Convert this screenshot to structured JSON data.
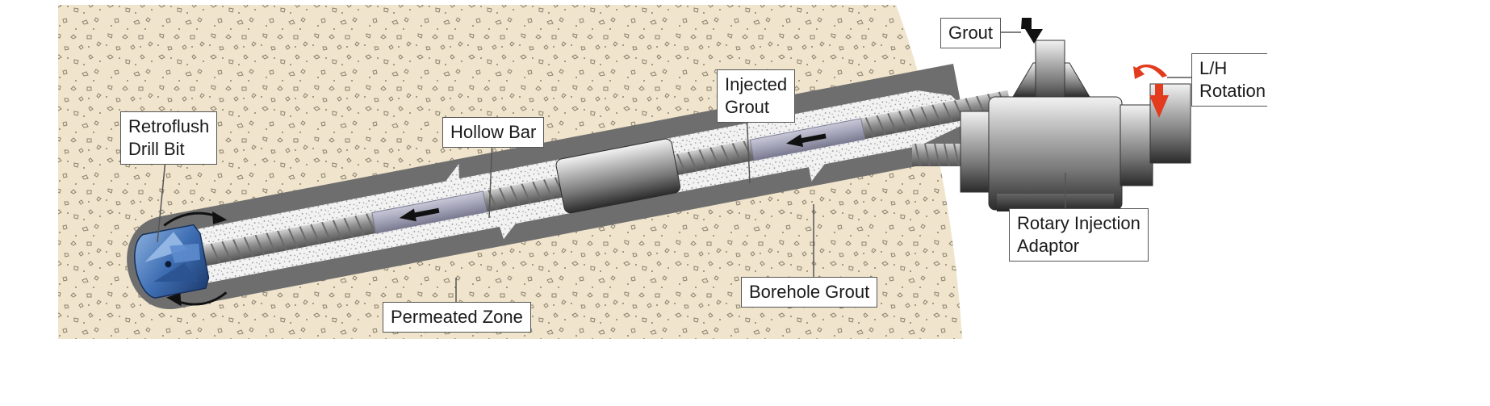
{
  "labels": {
    "retroflush": [
      "Retroflush",
      "Drill Bit"
    ],
    "hollow_bar": "Hollow Bar",
    "injected_grout": [
      "Injected",
      "Grout"
    ],
    "borehole_grout": "Borehole Grout",
    "permeated_zone": "Permeated Zone",
    "rotary_adaptor": [
      "Rotary Injection",
      "Adaptor"
    ],
    "grout": "Grout",
    "rotation": [
      "L/H",
      "Rotation"
    ]
  },
  "colors": {
    "soil": "#f0e4cc",
    "soil_speckle": "#8a8270",
    "permeated_zone": "#6e6e6e",
    "borehole_grout": "#f2f2f2",
    "bar": "#a9a9a9",
    "bit": "#3f6fb4",
    "rotation_arrow": "#e23b1e"
  }
}
